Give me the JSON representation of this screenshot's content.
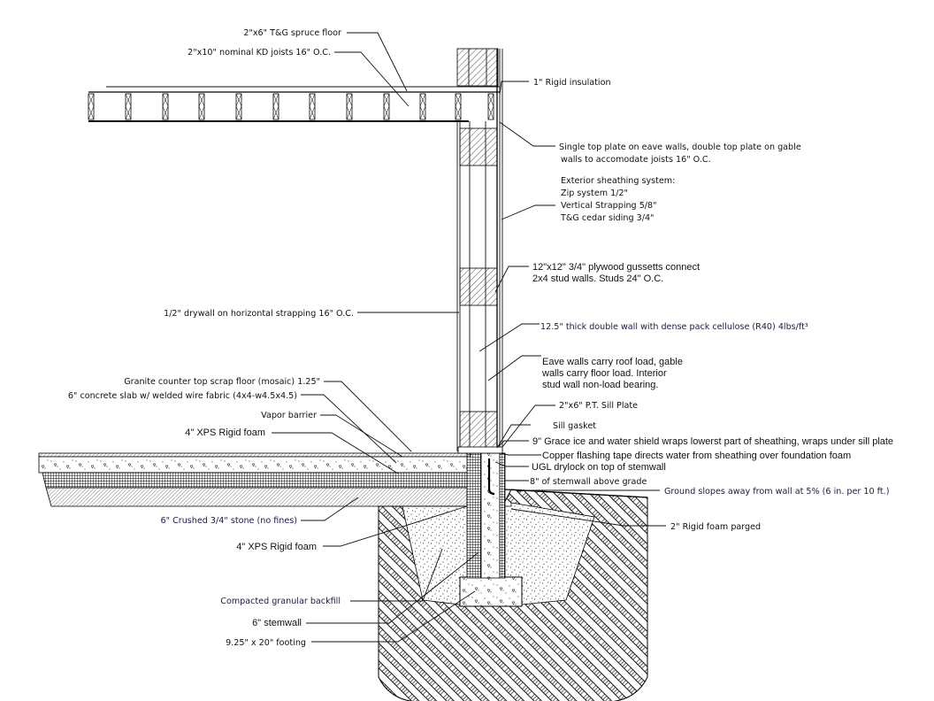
{
  "title": "Double wall slab-on-grade foundation section detail",
  "colors": {
    "line": "#111111",
    "background": "#ffffff",
    "label_text": "#111111",
    "callout_blue_text": "#1a1a4a"
  },
  "labels": {
    "spruce_floor": "2\"x6\" T&G spruce floor",
    "joists": "2\"x10\" nominal KD joists 16\" O.C.",
    "rigid_insulation": "1\" Rigid insulation",
    "top_plate_1": "Single top plate on eave walls, double top plate on gable",
    "top_plate_2": "walls to accomodate joists 16\" O.C.",
    "sheathing_title": "Exterior sheathing system:",
    "sheathing_zip": "Zip system 1/2\"",
    "sheathing_strapping": "Vertical Strapping 5/8\"",
    "sheathing_siding": "T&G cedar siding 3/4\"",
    "gussets_1": "12\"x12\" 3/4\" plywood gussetts connect",
    "gussets_2": "2x4 stud walls. Studs 24\" O.C.",
    "drywall": "1/2\" drywall on horizontal strapping 16\" O.C.",
    "double_wall": "12.5\" thick double wall with dense pack cellulose (R40) 4lbs/ft³",
    "loads_1": "Eave walls carry roof load, gable",
    "loads_2": "walls carry floor load. Interior",
    "loads_3": "stud wall non-load bearing.",
    "granite": "Granite counter top scrap floor (mosaic) 1.25\"",
    "slab": "6\" concrete slab w/ welded wire fabric (4x4-w4.5x4.5)",
    "vapor": "Vapor barrier",
    "xps_under_slab": "4\" XPS Rigid foam",
    "sill_plate": "2\"x6\"  P.T. Sill Plate",
    "sill_gasket": "Sill gasket",
    "grace": "9\" Grace ice and water shield wraps lowerst part of sheathing, wraps under sill plate",
    "copper": "Copper flashing tape directs water from sheathing over foundation foam",
    "drylock": "UGL drylock on top of stemwall",
    "stemwall_above": "8\" of stemwall above grade",
    "ground_slope": "Ground slopes away from wall at 5% (6 in. per 10 ft.)",
    "rigid_parged": "2\" Rigid foam parged",
    "crushed_stone": "6\" Crushed 3/4\" stone (no fines)",
    "xps_edge": "4\" XPS Rigid foam",
    "backfill": "Compacted granular backfill",
    "stemwall": "6\" stemwall",
    "footing": "9.25\" x 20\" footing"
  }
}
